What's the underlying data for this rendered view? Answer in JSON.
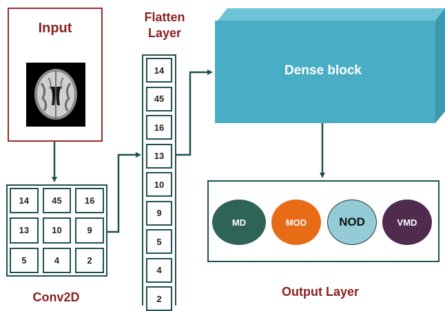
{
  "input": {
    "title": "Input"
  },
  "conv2d": {
    "title": "Conv2D",
    "cells": [
      "14",
      "45",
      "16",
      "13",
      "10",
      "9",
      "5",
      "4",
      "2"
    ]
  },
  "flatten": {
    "title_line1": "Flatten",
    "title_line2": "Layer",
    "cells": [
      "14",
      "45",
      "16",
      "13",
      "10",
      "9",
      "5",
      "4",
      "2"
    ]
  },
  "dense": {
    "label": "Dense block"
  },
  "output": {
    "title": "Output Layer",
    "classes": [
      {
        "label": "MD",
        "color": "#2e6357"
      },
      {
        "label": "MOD",
        "color": "#e86b16"
      },
      {
        "label": "NOD",
        "color": "#93ccd6"
      },
      {
        "label": "VMD",
        "color": "#4f2b4e"
      }
    ]
  },
  "colors": {
    "input_border": "#9b2a2a",
    "title_text": "#8b2020",
    "grid_border": "#1f4f4f",
    "dense_front": "#4aadc6",
    "dense_top": "#6fc3d6",
    "dense_side": "#3a97ae",
    "arrow": "#1f4f4f"
  }
}
